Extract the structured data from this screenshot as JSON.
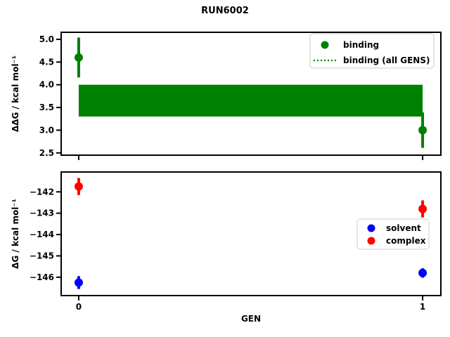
{
  "figure": {
    "title": "RUN6002",
    "background": "#ffffff",
    "text_color": "#000000"
  },
  "chart_data": [
    {
      "type": "scatter",
      "title": "",
      "ylabel": "ΔΔG / kcal mol⁻¹",
      "xlabel": "",
      "xlim": [
        -0.051,
        1.053
      ],
      "ylim": [
        2.45,
        5.155
      ],
      "yticks": [
        2.5,
        3.0,
        3.5,
        4.0,
        4.5,
        5.0
      ],
      "yticklabels": [
        "2.5",
        "3.0",
        "3.5",
        "4.0",
        "4.5",
        "5.0"
      ],
      "xticks": [
        0,
        1
      ],
      "xticklabels": [
        "",
        ""
      ],
      "grid": false,
      "series": [
        {
          "name": "binding",
          "color": "#008000",
          "marker": "circle",
          "x": [
            0,
            1
          ],
          "y": [
            4.6,
            3.0
          ],
          "yerr": [
            0.44,
            0.39
          ]
        }
      ],
      "band": {
        "label": "binding (all GENS)",
        "color": "#008000",
        "x": [
          0,
          1
        ],
        "ylow": 3.3,
        "yhigh": 4.0
      },
      "legend": {
        "position": "upper right",
        "entries": [
          {
            "label": "binding",
            "glyph": "marker",
            "color": "#008000"
          },
          {
            "label": "binding (all GENS)",
            "glyph": "dotted-line",
            "color": "#008000"
          }
        ]
      }
    },
    {
      "type": "scatter",
      "title": "",
      "ylabel": "ΔG / kcal mol⁻¹",
      "xlabel": "GEN",
      "xlim": [
        -0.051,
        1.053
      ],
      "ylim": [
        -146.86,
        -141.07
      ],
      "yticks": [
        -146,
        -145,
        -144,
        -143,
        -142
      ],
      "yticklabels": [
        "−146",
        "−145",
        "−144",
        "−143",
        "−142"
      ],
      "xticks": [
        0,
        1
      ],
      "xticklabels": [
        "0",
        "1"
      ],
      "grid": false,
      "series": [
        {
          "name": "solvent",
          "color": "#0000ff",
          "marker": "circle",
          "x": [
            0,
            1
          ],
          "y": [
            -146.25,
            -145.8
          ],
          "yerr": [
            0.3,
            0.22
          ]
        },
        {
          "name": "complex",
          "color": "#ff0000",
          "marker": "circle",
          "x": [
            0,
            1
          ],
          "y": [
            -141.75,
            -142.8
          ],
          "yerr": [
            0.4,
            0.4
          ]
        }
      ],
      "legend": {
        "position": "center right",
        "entries": [
          {
            "label": "solvent",
            "glyph": "marker",
            "color": "#0000ff"
          },
          {
            "label": "complex",
            "glyph": "marker",
            "color": "#ff0000"
          }
        ]
      }
    }
  ]
}
